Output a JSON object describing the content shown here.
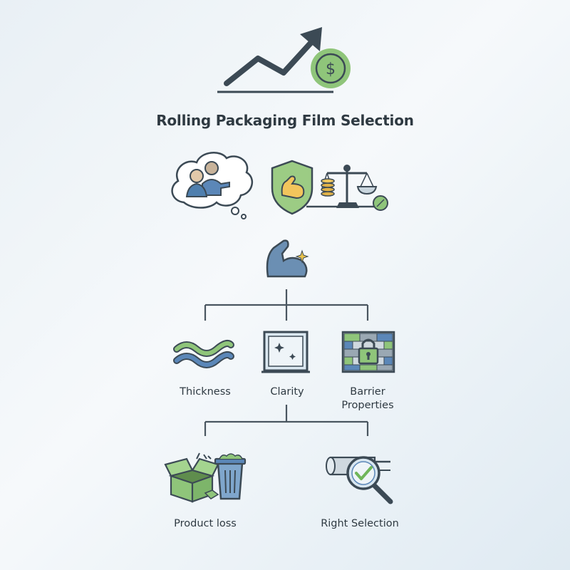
{
  "title": "Rolling Packaging Film Selection",
  "nodes": {
    "thickness": "Thickness",
    "clarity": "Clarity",
    "barrier_line1": "Barrier",
    "barrier_line2": "Properties",
    "product_loss": "Product loss",
    "right_selection": "Right Selection"
  },
  "icons": {
    "header": "growth-arrow-with-dollar-coin-icon",
    "left_top": "consultation-thought-bubble-icon",
    "right_top": "strength-shield-and-cost-balance-scale-icon",
    "center": "flexed-arm-strength-icon",
    "thickness": "wavy-layers-icon",
    "clarity": "clear-window-icon",
    "barrier": "brick-wall-with-padlock-icon",
    "product_loss": "open-box-and-trash-bin-icon",
    "right_selection": "film-roll-with-magnifier-check-icon"
  },
  "colors": {
    "outline": "#3c4a55",
    "green": "#8fc57a",
    "blue": "#5b87b8",
    "connector": "#4a5660"
  }
}
